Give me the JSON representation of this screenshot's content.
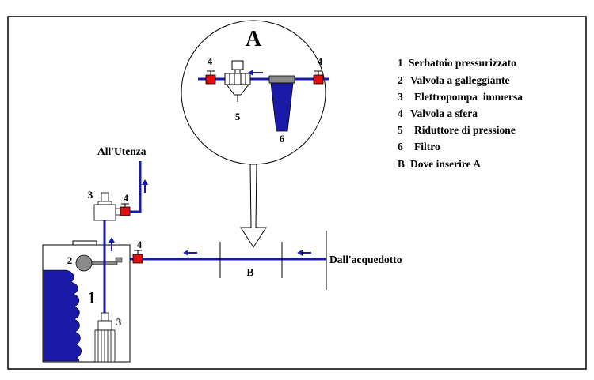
{
  "detail_label": "A",
  "legend": [
    {
      "num": "1",
      "text": "Serbatoio pressurizzato"
    },
    {
      "num": "2",
      "text": "Valvola a galleggiante"
    },
    {
      "num": "3",
      "text": "Elettropompa  immersa"
    },
    {
      "num": "4",
      "text": "Valvola a sfera"
    },
    {
      "num": "5",
      "text": "Riduttore di pressione"
    },
    {
      "num": "6",
      "text": "Filtro"
    },
    {
      "num": "B",
      "text": "Dove inserire A"
    }
  ],
  "labels": {
    "utenza": "All'Utenza",
    "acquedotto": "Dall'acquedotto",
    "point_b": "B",
    "tank_num": "1",
    "float_num": "2",
    "pump_num_upper": "3",
    "pump_num_lower": "3",
    "valve_pump": "4",
    "valve_tank": "4",
    "detail_valve_left": "4",
    "detail_valve_right": "4",
    "detail_reducer": "5",
    "detail_filter": "6"
  },
  "colors": {
    "pipe": "#1a1aa8",
    "water": "#1a1aa8",
    "valve": "#e01010",
    "float": "#8a8a8a"
  }
}
